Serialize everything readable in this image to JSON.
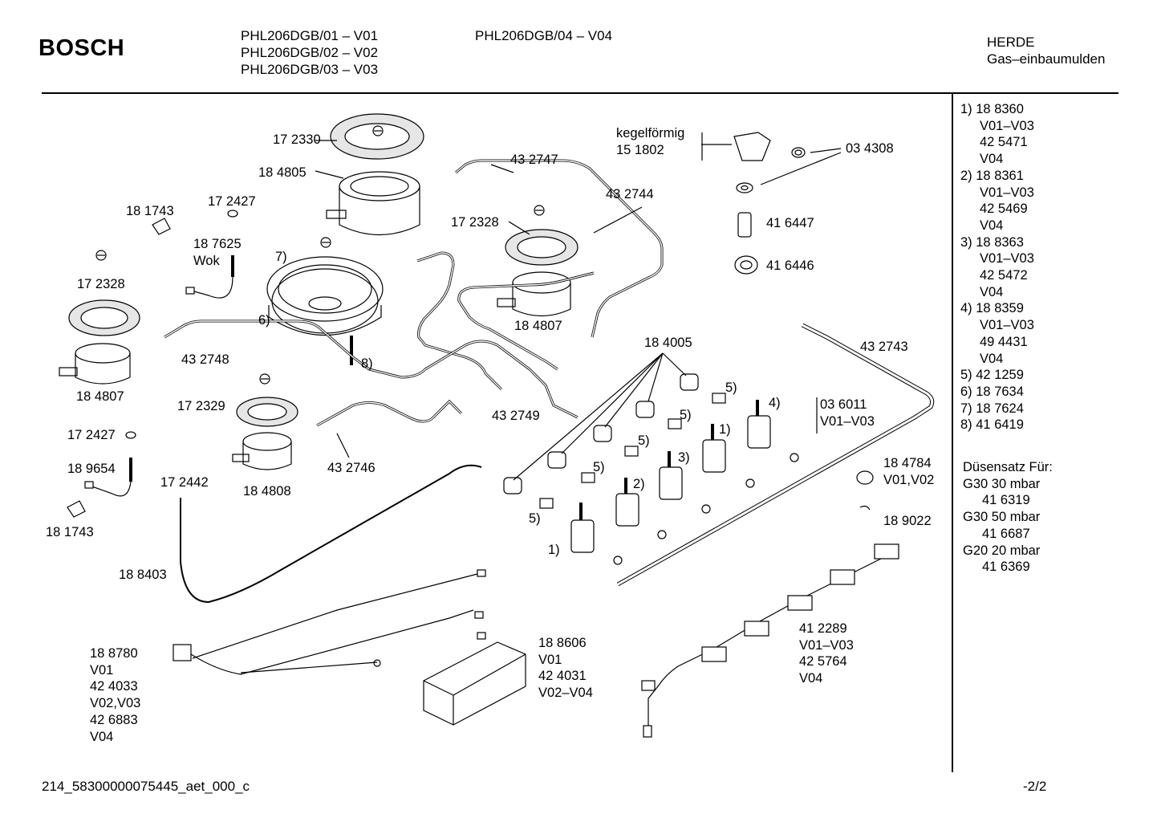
{
  "header": {
    "brand": "BOSCH",
    "models_col1": [
      "PHL206DGB/01 – V01",
      "PHL206DGB/02 – V02",
      "PHL206DGB/03 – V03"
    ],
    "models_col2": [
      "PHL206DGB/04 – V04"
    ],
    "category": [
      "HERDE",
      "Gas–einbaumulden"
    ]
  },
  "labels": {
    "l172330": [
      "17 2330"
    ],
    "l184805": [
      "18 4805"
    ],
    "l181743a": [
      "18 1743"
    ],
    "l172427a": [
      "17 2427"
    ],
    "l187625": [
      "18 7625",
      "Wok"
    ],
    "l172328a": [
      "17 2328"
    ],
    "l184807a": [
      "18 4807"
    ],
    "l432748": [
      "43 2748"
    ],
    "l172329": [
      "17 2329"
    ],
    "l184808": [
      "18 4808"
    ],
    "l172427b": [
      "17 2427"
    ],
    "l189654": [
      "18 9654"
    ],
    "l181743b": [
      "18 1743"
    ],
    "l172442": [
      "17 2442"
    ],
    "l188403": [
      "18 8403"
    ],
    "l188780": [
      "18 8780",
      "V01",
      "42 4033",
      "V02,V03",
      "42 6883",
      "V04"
    ],
    "l188606": [
      "18 8606",
      "V01",
      "42 4031",
      "V02–V04"
    ],
    "l432747": [
      "43 2747"
    ],
    "l432744": [
      "43 2744"
    ],
    "l172328b": [
      "17 2328"
    ],
    "l184807b": [
      "18 4807"
    ],
    "l432749": [
      "43 2749"
    ],
    "l432746": [
      "43 2746"
    ],
    "lkegel": [
      "kegelförmig",
      "15 1802"
    ],
    "l034308": [
      "03 4308"
    ],
    "l416447": [
      "41 6447"
    ],
    "l416446": [
      "41 6446"
    ],
    "l432743": [
      "43 2743"
    ],
    "l184005": [
      "18 4005"
    ],
    "l036011": [
      "03 6011",
      "V01–V03"
    ],
    "l184784": [
      "18 4784",
      "V01,V02"
    ],
    "l189022": [
      "18 9022"
    ],
    "l412289": [
      "41 2289",
      "V01–V03",
      "42 5764",
      "V04"
    ],
    "m7": [
      "7)"
    ],
    "m6": [
      "6)"
    ],
    "m8": [
      "8)"
    ],
    "m5a": [
      "5)"
    ],
    "m5b": [
      "5)"
    ],
    "m5c": [
      "5)"
    ],
    "m5d": [
      "5)"
    ],
    "m5e": [
      "5)"
    ],
    "m4": [
      "4)"
    ],
    "m1a": [
      "1)"
    ],
    "m3": [
      "3)"
    ],
    "m2": [
      "2)"
    ],
    "m1b": [
      "1)"
    ]
  },
  "legend": [
    "1) 18 8360",
    "    V01–V03",
    "    42 5471",
    "    V04",
    "2) 18 8361",
    "    V01–V03",
    "    42 5469",
    "    V04",
    "3) 18 8363",
    "    V01–V03",
    "    42 5472",
    "    V04",
    "4) 18 8359",
    "    V01–V03",
    "    49 4431",
    "    V04",
    "5) 42 1259",
    "6) 18 7634",
    "7) 18 7624",
    "8) 41 6419"
  ],
  "nozzle_set": [
    "Düsensatz Für:",
    "G30  30 mbar",
    "      41 6319",
    "G30 50  mbar",
    "      41 6687",
    "G20  20 mbar",
    "      41 6369"
  ],
  "footer": {
    "doc_id": "214_58300000075445_aet_000_c",
    "page": "-2/2"
  }
}
